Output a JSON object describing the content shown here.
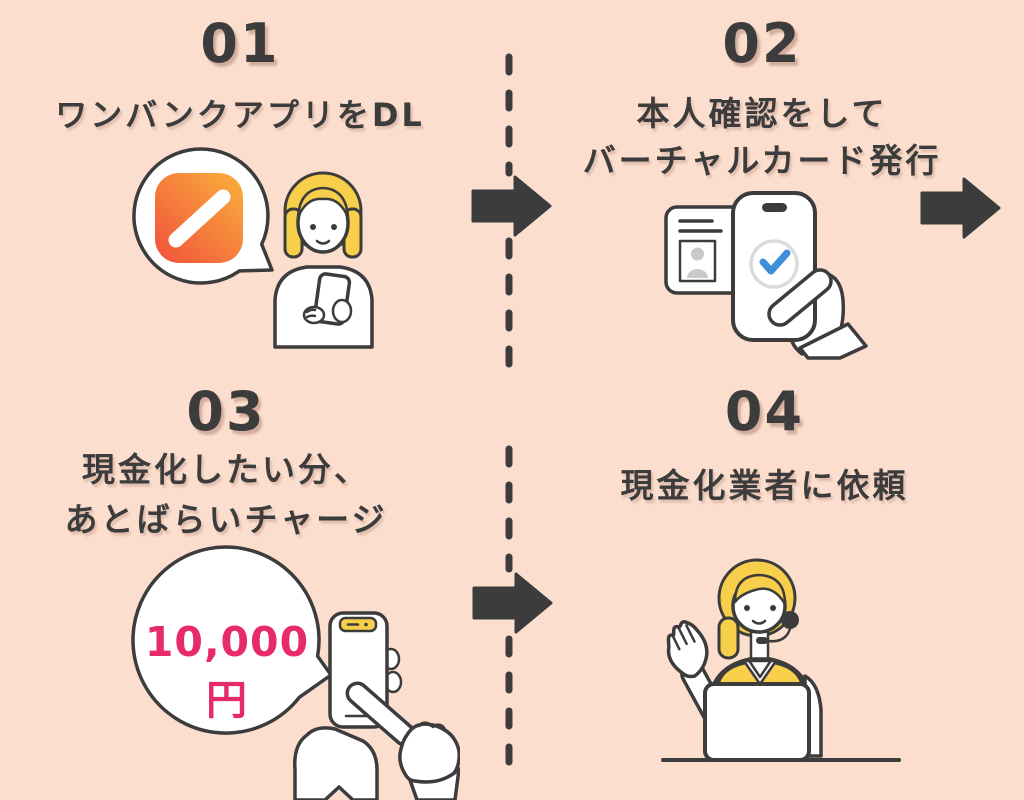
{
  "page": {
    "background": "#FBDECE",
    "ink": "#3D3C3C",
    "pink": "#E62A6C",
    "yellow": "#F7CF4A",
    "blue": "#3E8ED9",
    "gray": "#C9C9C9",
    "icon_gradient_start": "#F2503B",
    "icon_gradient_end": "#F9B13C"
  },
  "steps": [
    {
      "number": "01",
      "lines": [
        "ワンバンクアプリをDL"
      ]
    },
    {
      "number": "02",
      "lines": [
        "本人確認をして",
        "バーチャルカード発行"
      ]
    },
    {
      "number": "03",
      "lines": [
        "現金化したい分、",
        "あとばらいチャージ"
      ]
    },
    {
      "number": "04",
      "lines": [
        "現金化業者に依頼"
      ]
    }
  ],
  "step3_bubble": {
    "amount": "10,000円"
  },
  "icons": {
    "app": "onebank-app-icon",
    "check": "identity-verified-check-icon",
    "arrow": "flow-arrow-right-icon",
    "bubble": "speech-bubble-icon"
  }
}
